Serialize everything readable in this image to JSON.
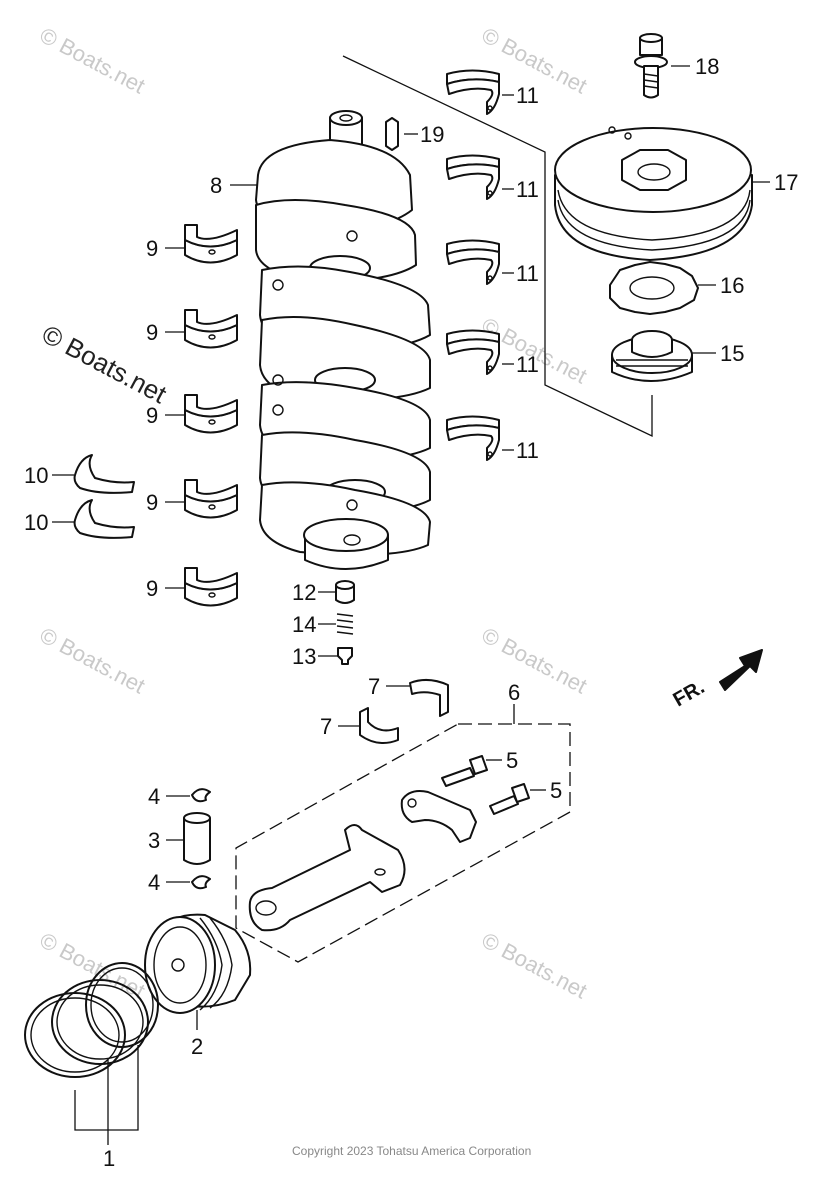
{
  "watermarks": {
    "text": "© Boats.net",
    "large_text": "© Boats.net"
  },
  "callouts": {
    "p1": "1",
    "p2": "2",
    "p3": "3",
    "p4a": "4",
    "p4b": "4",
    "p5a": "5",
    "p5b": "5",
    "p6": "6",
    "p7a": "7",
    "p7b": "7",
    "p8": "8",
    "p9a": "9",
    "p9b": "9",
    "p9c": "9",
    "p9d": "9",
    "p9e": "9",
    "p10a": "10",
    "p10b": "10",
    "p11a": "11",
    "p11b": "11",
    "p11c": "11",
    "p11d": "11",
    "p11e": "11",
    "p12": "12",
    "p13": "13",
    "p14": "14",
    "p15": "15",
    "p16": "16",
    "p17": "17",
    "p18": "18",
    "p19": "19"
  },
  "direction_label": "FR.",
  "copyright": "Copyright 2023 Tohatsu America Corporation"
}
